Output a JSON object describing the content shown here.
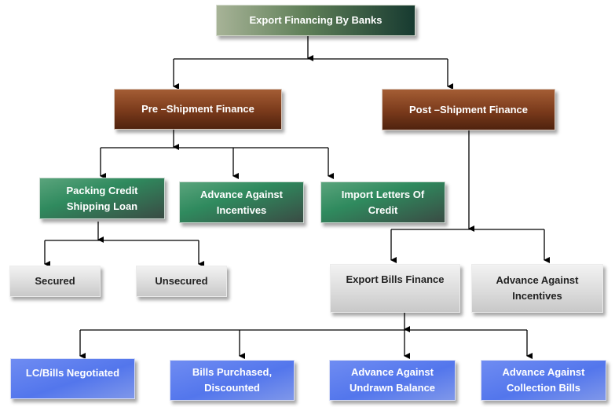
{
  "diagram": {
    "root": "Export Financing By Banks",
    "pre_shipment": "Pre –Shipment Finance",
    "post_shipment": "Post –Shipment Finance",
    "packing_credit": "Packing Credit\nShipping Loan",
    "advance_incentives_pre": "Advance Against\nIncentives",
    "import_letters": "Import Letters Of\nCredit",
    "secured": "Secured",
    "unsecured": "Unsecured",
    "export_bills": "Export Bills Finance",
    "advance_incentives_post": "Advance Against\nIncentives",
    "lc_bills": "LC/Bills Negotiated",
    "bills_purchased": "Bills Purchased,\nDiscounted",
    "advance_undrawn": "Advance Against\nUndrawn Balance",
    "advance_collection": "Advance Against\nCollection Bills"
  },
  "colors": {
    "root_dark": "#173a30",
    "brown": "#7a3a1b",
    "green": "#2f8a5e",
    "grey": "#d8d8d8",
    "blue": "#5376ec",
    "connector": "#000000"
  }
}
